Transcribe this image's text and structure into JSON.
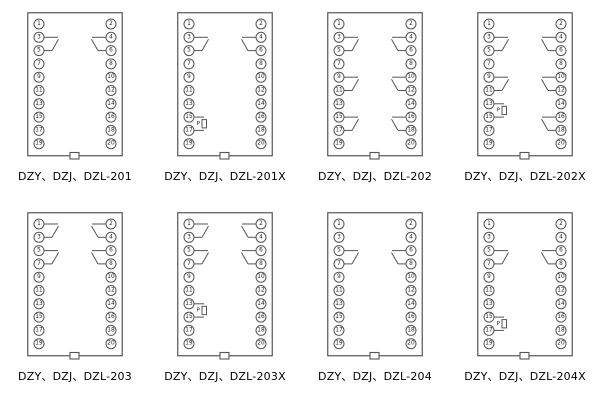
{
  "page": {
    "background": "#ffffff",
    "line_color": "#555555",
    "text_color": "#111111"
  },
  "diagrams": [
    {
      "label": "DZY、DZJ、DZL-201",
      "left_terminals": [
        1,
        3,
        5,
        7,
        9,
        11,
        13,
        15,
        17,
        19
      ],
      "right_terminals": [
        2,
        4,
        6,
        8,
        10,
        12,
        14,
        16,
        18,
        20
      ],
      "contacts": [
        {
          "col": "left",
          "row": 1
        },
        {
          "col": "right",
          "row": 1
        }
      ],
      "resistor": null
    },
    {
      "label": "DZY、DZJ、DZL-201X",
      "left_terminals": [
        1,
        3,
        5,
        7,
        9,
        11,
        13,
        15,
        17,
        19
      ],
      "right_terminals": [
        2,
        4,
        6,
        8,
        10,
        12,
        14,
        16,
        18,
        20
      ],
      "contacts": [
        {
          "col": "left",
          "row": 1
        },
        {
          "col": "right",
          "row": 1
        }
      ],
      "resistor": {
        "row": 7,
        "label": "P"
      }
    },
    {
      "label": "DZY、DZJ、DZL-202",
      "left_terminals": [
        1,
        3,
        5,
        7,
        9,
        11,
        13,
        15,
        17,
        19
      ],
      "right_terminals": [
        2,
        4,
        6,
        8,
        10,
        12,
        14,
        16,
        18,
        20
      ],
      "contacts": [
        {
          "col": "left",
          "row": 1
        },
        {
          "col": "right",
          "row": 1
        },
        {
          "col": "left",
          "row": 4
        },
        {
          "col": "right",
          "row": 4
        },
        {
          "col": "left",
          "row": 7
        },
        {
          "col": "right",
          "row": 7
        }
      ],
      "resistor": null
    },
    {
      "label": "DZY、DZJ、DZL-202X",
      "left_terminals": [
        1,
        3,
        5,
        7,
        9,
        11,
        13,
        15,
        17,
        19
      ],
      "right_terminals": [
        2,
        4,
        6,
        8,
        10,
        12,
        14,
        16,
        18,
        20
      ],
      "contacts": [
        {
          "col": "left",
          "row": 1
        },
        {
          "col": "right",
          "row": 1
        },
        {
          "col": "left",
          "row": 4
        },
        {
          "col": "right",
          "row": 4
        },
        {
          "col": "right",
          "row": 7
        }
      ],
      "resistor": {
        "row": 6,
        "label": "P"
      }
    },
    {
      "label": "DZY、DZJ、DZL-203",
      "left_terminals": [
        1,
        3,
        5,
        7,
        9,
        11,
        13,
        15,
        17,
        19
      ],
      "right_terminals": [
        2,
        4,
        6,
        8,
        10,
        12,
        14,
        16,
        18,
        20
      ],
      "contacts": [
        {
          "col": "left",
          "row": 0
        },
        {
          "col": "right",
          "row": 0
        },
        {
          "col": "left",
          "row": 2
        },
        {
          "col": "right",
          "row": 2
        }
      ],
      "resistor": null
    },
    {
      "label": "DZY、DZJ、DZL-203X",
      "left_terminals": [
        1,
        3,
        5,
        7,
        9,
        11,
        13,
        15,
        17,
        19
      ],
      "right_terminals": [
        2,
        4,
        6,
        8,
        10,
        12,
        14,
        16,
        18,
        20
      ],
      "contacts": [
        {
          "col": "left",
          "row": 0
        },
        {
          "col": "right",
          "row": 0
        },
        {
          "col": "left",
          "row": 2
        },
        {
          "col": "right",
          "row": 2
        }
      ],
      "resistor": {
        "row": 6,
        "label": "P"
      }
    },
    {
      "label": "DZY、DZJ、DZL-204",
      "left_terminals": [
        1,
        3,
        5,
        7,
        9,
        11,
        13,
        15,
        17,
        19
      ],
      "right_terminals": [
        2,
        4,
        6,
        8,
        10,
        12,
        14,
        16,
        18,
        20
      ],
      "contacts": [
        {
          "col": "left",
          "row": 2
        },
        {
          "col": "right",
          "row": 2
        }
      ],
      "resistor": null
    },
    {
      "label": "DZY、DZJ、DZL-204X",
      "left_terminals": [
        1,
        3,
        5,
        7,
        9,
        11,
        13,
        15,
        17,
        19
      ],
      "right_terminals": [
        2,
        4,
        6,
        8,
        10,
        12,
        14,
        16,
        18,
        20
      ],
      "contacts": [
        {
          "col": "left",
          "row": 2
        },
        {
          "col": "right",
          "row": 2
        }
      ],
      "resistor": {
        "row": 7,
        "label": "P"
      }
    }
  ]
}
